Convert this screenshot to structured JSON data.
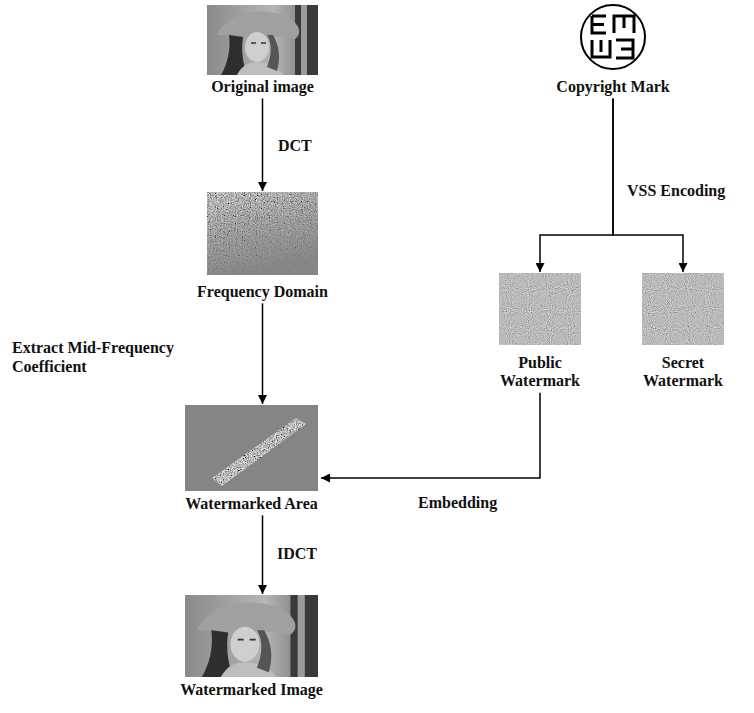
{
  "diagram": {
    "nodes": [
      {
        "text": [
          "Original image"
        ]
      },
      {
        "text": [
          "Frequency Domain"
        ]
      },
      {
        "text": [
          "Watermarked Area"
        ]
      },
      {
        "text": [
          "Watermarked Image"
        ]
      },
      {
        "text": [
          "Copyright Mark"
        ]
      },
      {
        "text": [
          "Public Watermark"
        ]
      },
      {
        "text": [
          "Secret Watermark"
        ]
      }
    ],
    "edges": [
      {
        "from": 0,
        "to": 1,
        "label": "DCT",
        "arrow": "to"
      },
      {
        "from": 1,
        "to": 2,
        "label": "Extract Mid-Frequency Coefficient",
        "arrow": "to"
      },
      {
        "from": 2,
        "to": 3,
        "label": "IDCT",
        "arrow": "to"
      },
      {
        "from": 4,
        "to": 5,
        "label": "VSS Encoding",
        "arrow": "to"
      },
      {
        "from": 4,
        "to": 6,
        "arrow": "to"
      },
      {
        "from": 5,
        "to": 2,
        "label": "Embedding",
        "arrow": "to"
      }
    ]
  }
}
